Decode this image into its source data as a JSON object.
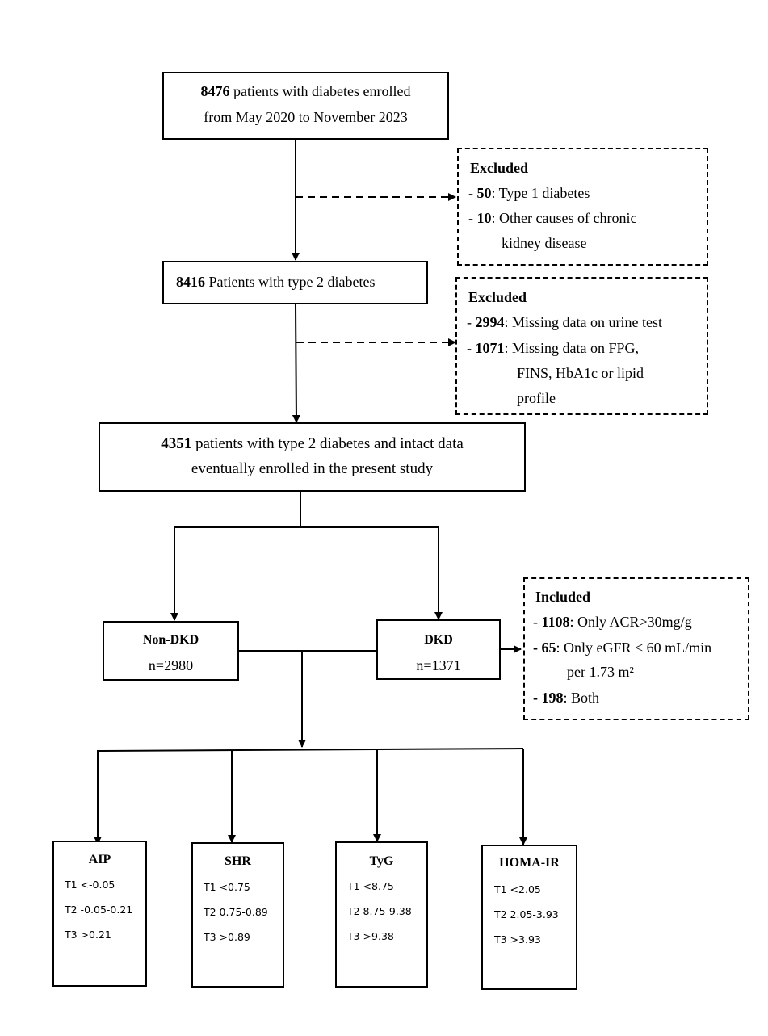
{
  "top": {
    "count": "8476",
    "line1": " patients with diabetes enrolled",
    "line2": "from May 2020 to November 2023"
  },
  "excl1": {
    "heading": "Excluded",
    "items": [
      {
        "prefix": "- ",
        "count": "50",
        "text": ": Type 1 diabetes"
      },
      {
        "prefix": "- ",
        "count": "10",
        "text": ": Other causes of chronic",
        "cont": "kidney disease"
      }
    ]
  },
  "t2d": {
    "count": "8416",
    "text": " Patients with type 2 diabetes"
  },
  "excl2": {
    "heading": "Excluded",
    "items": [
      {
        "prefix": "- ",
        "count": "2994",
        "text": ": Missing data on urine test"
      },
      {
        "prefix": "- ",
        "count": "1071",
        "text": ": Missing data on FPG,",
        "cont1": "FINS, HbA1c or lipid",
        "cont2": "profile"
      }
    ]
  },
  "study": {
    "count": "4351",
    "line1": " patients with type 2 diabetes and intact data",
    "line2": "eventually enrolled in the present study"
  },
  "nondkd": {
    "label": "Non-DKD",
    "n": "n=2980"
  },
  "dkd": {
    "label": "DKD",
    "n": "n=1371"
  },
  "included": {
    "heading": "Included",
    "items": [
      {
        "prefix": "- ",
        "count": "1108",
        "text": ": Only ACR>30mg/g"
      },
      {
        "prefix": "- ",
        "count": "65",
        "text": ": Only eGFR < 60 mL/min",
        "cont": "per 1.73 m²"
      },
      {
        "prefix": "- ",
        "count": "198",
        "text": ": Both"
      }
    ]
  },
  "indices": [
    {
      "title": "AIP",
      "t1": "T1 <-0.05",
      "t2": "T2 -0.05-0.21",
      "t3": "T3 >0.21"
    },
    {
      "title": "SHR",
      "t1": "T1 <0.75",
      "t2": "T2 0.75-0.89",
      "t3": "T3 >0.89"
    },
    {
      "title": "TyG",
      "t1": "T1 <8.75",
      "t2": "T2 8.75-9.38",
      "t3": "T3 >9.38"
    },
    {
      "title": "HOMA-IR",
      "t1": "T1 <2.05",
      "t2": "T2 2.05-3.93",
      "t3": "T3 >3.93"
    }
  ]
}
